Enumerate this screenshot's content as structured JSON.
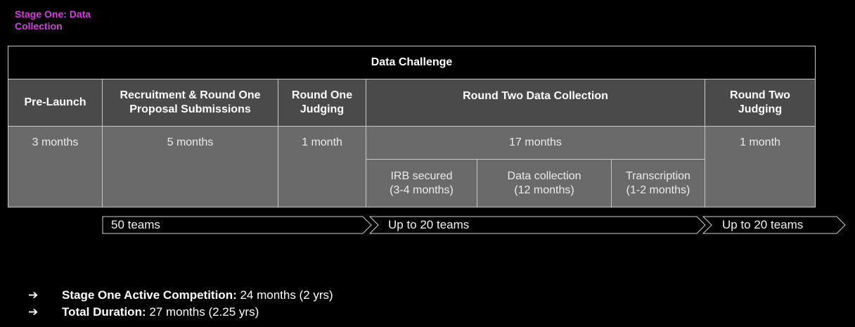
{
  "stage_title": "Stage One: Data Collection",
  "table": {
    "title": "Data Challenge",
    "phases": [
      {
        "label": "Pre-Launch",
        "duration": "3 months"
      },
      {
        "label": "Recruitment & Round One Proposal Submissions",
        "duration": "5 months"
      },
      {
        "label": "Round One Judging",
        "duration": "1 month"
      },
      {
        "label": "Round Two Data Collection",
        "duration": "17 months"
      },
      {
        "label": "Round Two Judging",
        "duration": "1 month"
      }
    ],
    "subphases": [
      {
        "label": "IRB secured",
        "duration": "(3-4 months)"
      },
      {
        "label": "Data collection",
        "duration": "(12 months)"
      },
      {
        "label": "Transcription",
        "duration": "(1-2 months)"
      }
    ]
  },
  "arrows": [
    {
      "label": "50 teams"
    },
    {
      "label": "Up to 20 teams"
    },
    {
      "label": "Up to 20 teams"
    }
  ],
  "bullets": [
    {
      "bold": "Stage One Active Competition:",
      "text": " 24 months (2 yrs)"
    },
    {
      "bold": "Total Duration:",
      "text": " 27 months (2.25 yrs)"
    }
  ],
  "colors": {
    "title_accent": "#d63fe0",
    "header_bg": "#4a4a4a",
    "cell_bg": "#6a6a6a"
  }
}
